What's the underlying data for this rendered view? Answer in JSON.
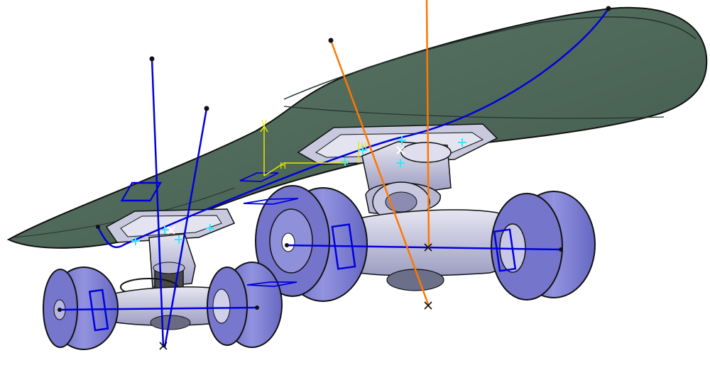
{
  "viewport": {
    "background": "#ffffff",
    "axis_labels": {
      "vertical": "V",
      "horizontal_left": "H",
      "horizontal_right": "H"
    }
  },
  "colors": {
    "deck": "#4f6b5c",
    "deck_edge": "#111111",
    "truck": "#c9c9e1",
    "truck_dark": "#8a8ab0",
    "wheel": "#7f80cf",
    "wheel_dark": "#4e50a8",
    "sketch_blue": "#0000dd",
    "sketch_orange": "#ff7700",
    "sketch_yellow": "#e8e800",
    "constraint_cyan": "#33e8ff"
  },
  "icons": [
    "constraint-cross-icon",
    "point-marker-icon",
    "compass-axis-icon"
  ]
}
